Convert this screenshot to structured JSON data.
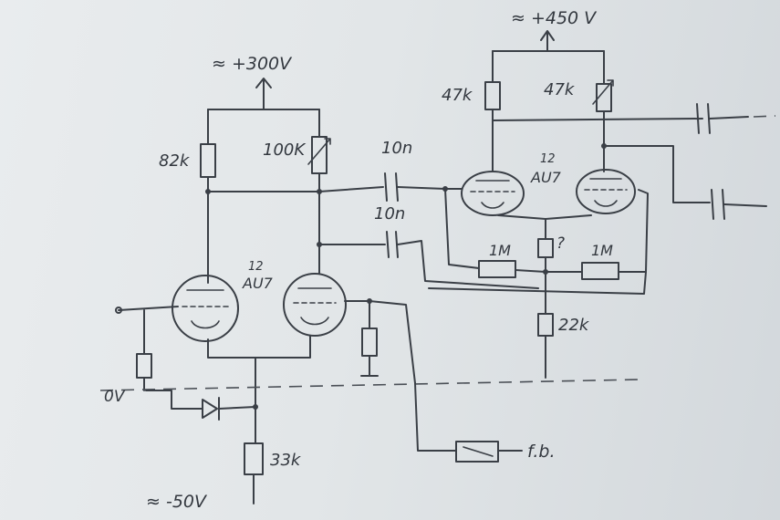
{
  "supplies": {
    "plus_300": "≈ +300V",
    "plus_450": "≈ +450 V",
    "minus_50": "≈ -50V",
    "zero_v": "0V"
  },
  "tubes": {
    "left_type_top": "12",
    "left_type_bottom": "AU7",
    "right_type_top": "12",
    "right_type_bottom": "AU7"
  },
  "resistors": {
    "r82k": "82k",
    "r100k": "100K",
    "r47k_left": "47k",
    "r47k_right": "47k",
    "r33k": "33k",
    "r22k": "22k",
    "r1m_left": "1M",
    "r1m_right": "1M",
    "r_unknown": "?"
  },
  "capacitors": {
    "c_top": "10n",
    "c_bottom": "10n"
  },
  "feedback": "f.b."
}
